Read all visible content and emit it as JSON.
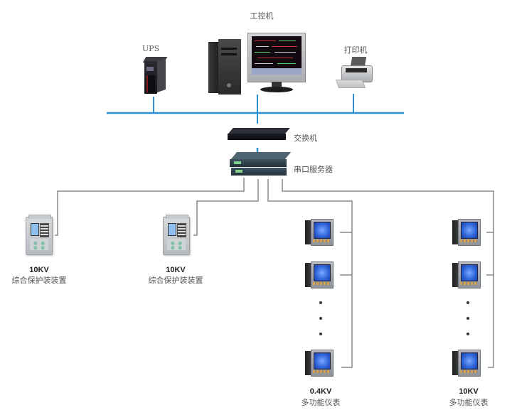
{
  "diagram": {
    "type": "network-topology",
    "colors": {
      "ethernet_bus": "#2c8fd1",
      "serial_wire": "#8a8a8a",
      "label_text": "#555555",
      "voltage_text": "#222222"
    },
    "top_devices": [
      {
        "id": "ups",
        "label": "UPS",
        "icon": "ups-icon"
      },
      {
        "id": "ipc",
        "label": "工控机",
        "icon": "industrial-pc-icon"
      },
      {
        "id": "printer",
        "label": "打印机",
        "icon": "printer-icon"
      }
    ],
    "network": {
      "switch": {
        "label": "交换机",
        "icon": "switch-icon"
      },
      "serial_server": {
        "label": "串口服务器",
        "icon": "serial-server-icon"
      }
    },
    "branches": [
      {
        "id": "relay-1",
        "voltage": "10KV",
        "label": "综合保护装装置",
        "icon": "protection-relay-icon",
        "count_shown": 1
      },
      {
        "id": "relay-2",
        "voltage": "10KV",
        "label": "综合保护装装置",
        "icon": "protection-relay-icon",
        "count_shown": 1
      },
      {
        "id": "meters-04kv",
        "voltage": "0.4KV",
        "label": "多功能仪表",
        "icon": "multifunction-meter-icon",
        "count_shown": 3,
        "ellipsis": "• • •"
      },
      {
        "id": "meters-10kv",
        "voltage": "10KV",
        "label": "多功能仪表",
        "icon": "multifunction-meter-icon",
        "count_shown": 3,
        "ellipsis": "• • •"
      }
    ],
    "edges": [
      {
        "from": "ups",
        "to": "ethernet-bus"
      },
      {
        "from": "ipc",
        "to": "ethernet-bus"
      },
      {
        "from": "printer",
        "to": "ethernet-bus"
      },
      {
        "from": "ethernet-bus",
        "to": "switch"
      },
      {
        "from": "switch",
        "to": "serial-server"
      },
      {
        "from": "serial-server",
        "to": "relay-1"
      },
      {
        "from": "serial-server",
        "to": "relay-2"
      },
      {
        "from": "serial-server",
        "to": "meters-04kv"
      },
      {
        "from": "serial-server",
        "to": "meters-10kv"
      }
    ]
  }
}
